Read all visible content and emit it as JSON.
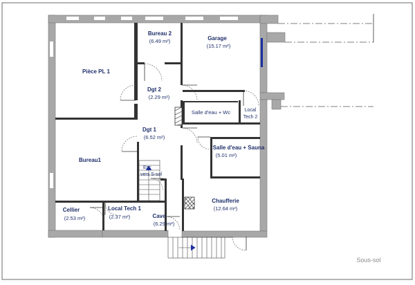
{
  "rooms": {
    "piece_pl1": {
      "name": "Pièce PL 1"
    },
    "bureau2": {
      "name": "Bureau 2",
      "area": "(6.49 m²)"
    },
    "garage": {
      "name": "Garage",
      "area": "(15.17 m²)"
    },
    "dgt2": {
      "name": "Dgt 2",
      "area": "(2.29 m²)"
    },
    "salle_eau_wc": {
      "name": "Salle d'eau + Wc"
    },
    "local_tech2": {
      "name_line1": "Local",
      "name_line2": "Tech 2"
    },
    "dgt1": {
      "name": "Dgt 1",
      "area": "(6.52 m²)"
    },
    "salle_eau_sauna": {
      "name": "Salle d'eau + Sauna",
      "area": "(5.01 m²)"
    },
    "bureau1": {
      "name": "Bureau1"
    },
    "esc": {
      "line1": "Esc",
      "line2": "vers S-sol"
    },
    "chaufferie": {
      "name": "Chaufferie",
      "area": "(12.64 m²)"
    },
    "cellier": {
      "name": "Cellier",
      "area": "(2.53 m²)"
    },
    "local_tech1": {
      "name": "Local Tech 1",
      "area": "(2.37 m²)"
    },
    "cave": {
      "name": "Cave",
      "area": "(6.29 m²)"
    }
  },
  "level_label": "Sous-sol",
  "colors": {
    "label": "#1f2f6b",
    "wall": "#a8a8a8",
    "accent": "#1a2fa0"
  }
}
